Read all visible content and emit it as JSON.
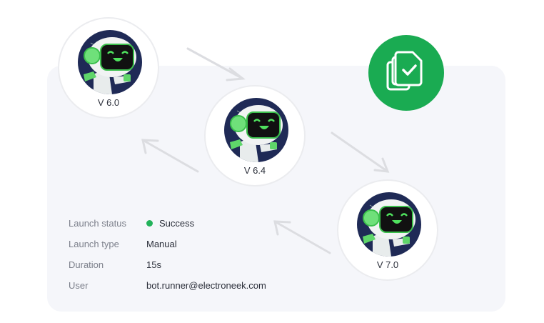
{
  "versions": [
    {
      "label": "V 6.0"
    },
    {
      "label": "V 6.4"
    },
    {
      "label": "V 7.0"
    }
  ],
  "info": {
    "rows": [
      {
        "label": "Launch status",
        "value": "Success"
      },
      {
        "label": "Launch type",
        "value": "Manual"
      },
      {
        "label": "Duration",
        "value": "15s"
      },
      {
        "label": "User",
        "value": "bot.runner@electroneek.com"
      }
    ]
  },
  "colors": {
    "success": "#22b25a",
    "accent": "#1aab52",
    "avatar_bg": "#1f2a56"
  },
  "icons": [
    "robot-avatar",
    "documents-check-icon",
    "arrow-icon"
  ]
}
